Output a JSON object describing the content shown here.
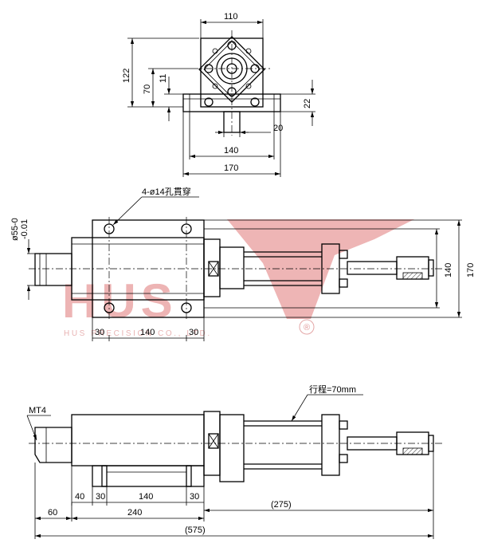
{
  "watermark": {
    "brand": "HUS",
    "company": "HUS PRECISION CO., LTD.",
    "registered": "®",
    "color": "#d95a5a"
  },
  "top_view": {
    "dims": {
      "width_top": "110",
      "height_total": "122",
      "height_center": "70",
      "small_offset": "11",
      "base_thickness": "22",
      "slot_width": "20",
      "hole_spacing": "140",
      "base_width": "170"
    }
  },
  "plan_view": {
    "labels": {
      "holes": "4-ø14孔貫穿",
      "shank_diameter": "ø55-0",
      "shank_tolerance": "-0.01"
    },
    "dims": {
      "height_inner": "140",
      "height_outer": "170",
      "left_margin": "30",
      "hole_spacing": "140",
      "right_margin": "30"
    }
  },
  "side_view": {
    "labels": {
      "taper": "MT4",
      "stroke": "行程=70mm"
    },
    "dims": {
      "d60": "60",
      "d40": "40",
      "d30a": "30",
      "d140": "140",
      "d30b": "30",
      "d240": "240",
      "d275": "(275)",
      "d575": "(575)"
    }
  }
}
